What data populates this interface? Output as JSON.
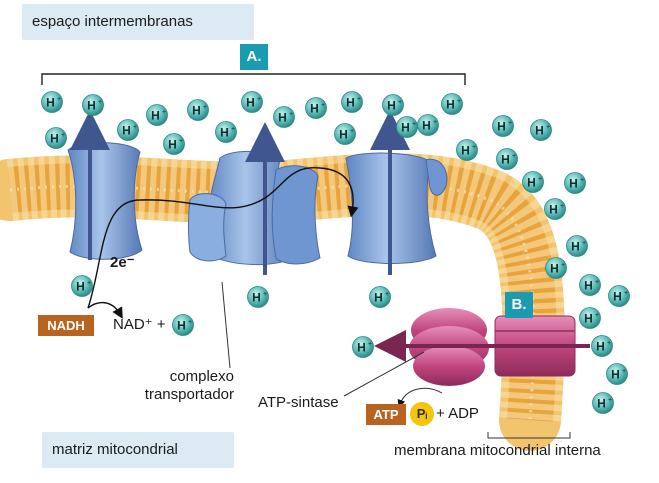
{
  "regions": {
    "top": "espaço intermembranas",
    "bottom": "matriz mitocondrial"
  },
  "markers": {
    "a": "A.",
    "b": "B."
  },
  "ion_label": "H",
  "ion_charge": "+",
  "electrons": "2e⁻",
  "reaction_left": {
    "reactant": "NADH",
    "product": "NAD⁺ +"
  },
  "reaction_right": {
    "product": "ATP",
    "pi": "Pᵢ",
    "reactant": "+ ADP"
  },
  "labels": {
    "complex": [
      "complexo",
      "transportador"
    ],
    "atp_synthase": "ATP-sintase",
    "inner_membrane": "membrana mitocondrial interna"
  },
  "colors": {
    "ion": "#5bbcb8",
    "protein": "#7ea4d8",
    "synthase": "#c1467f",
    "lipid_head": "#f2c46d",
    "lipid_core": "#e8a33a",
    "marker": "#1b9bb1",
    "product_box": "#b8631f",
    "pi_circle": "#f4c40f"
  }
}
